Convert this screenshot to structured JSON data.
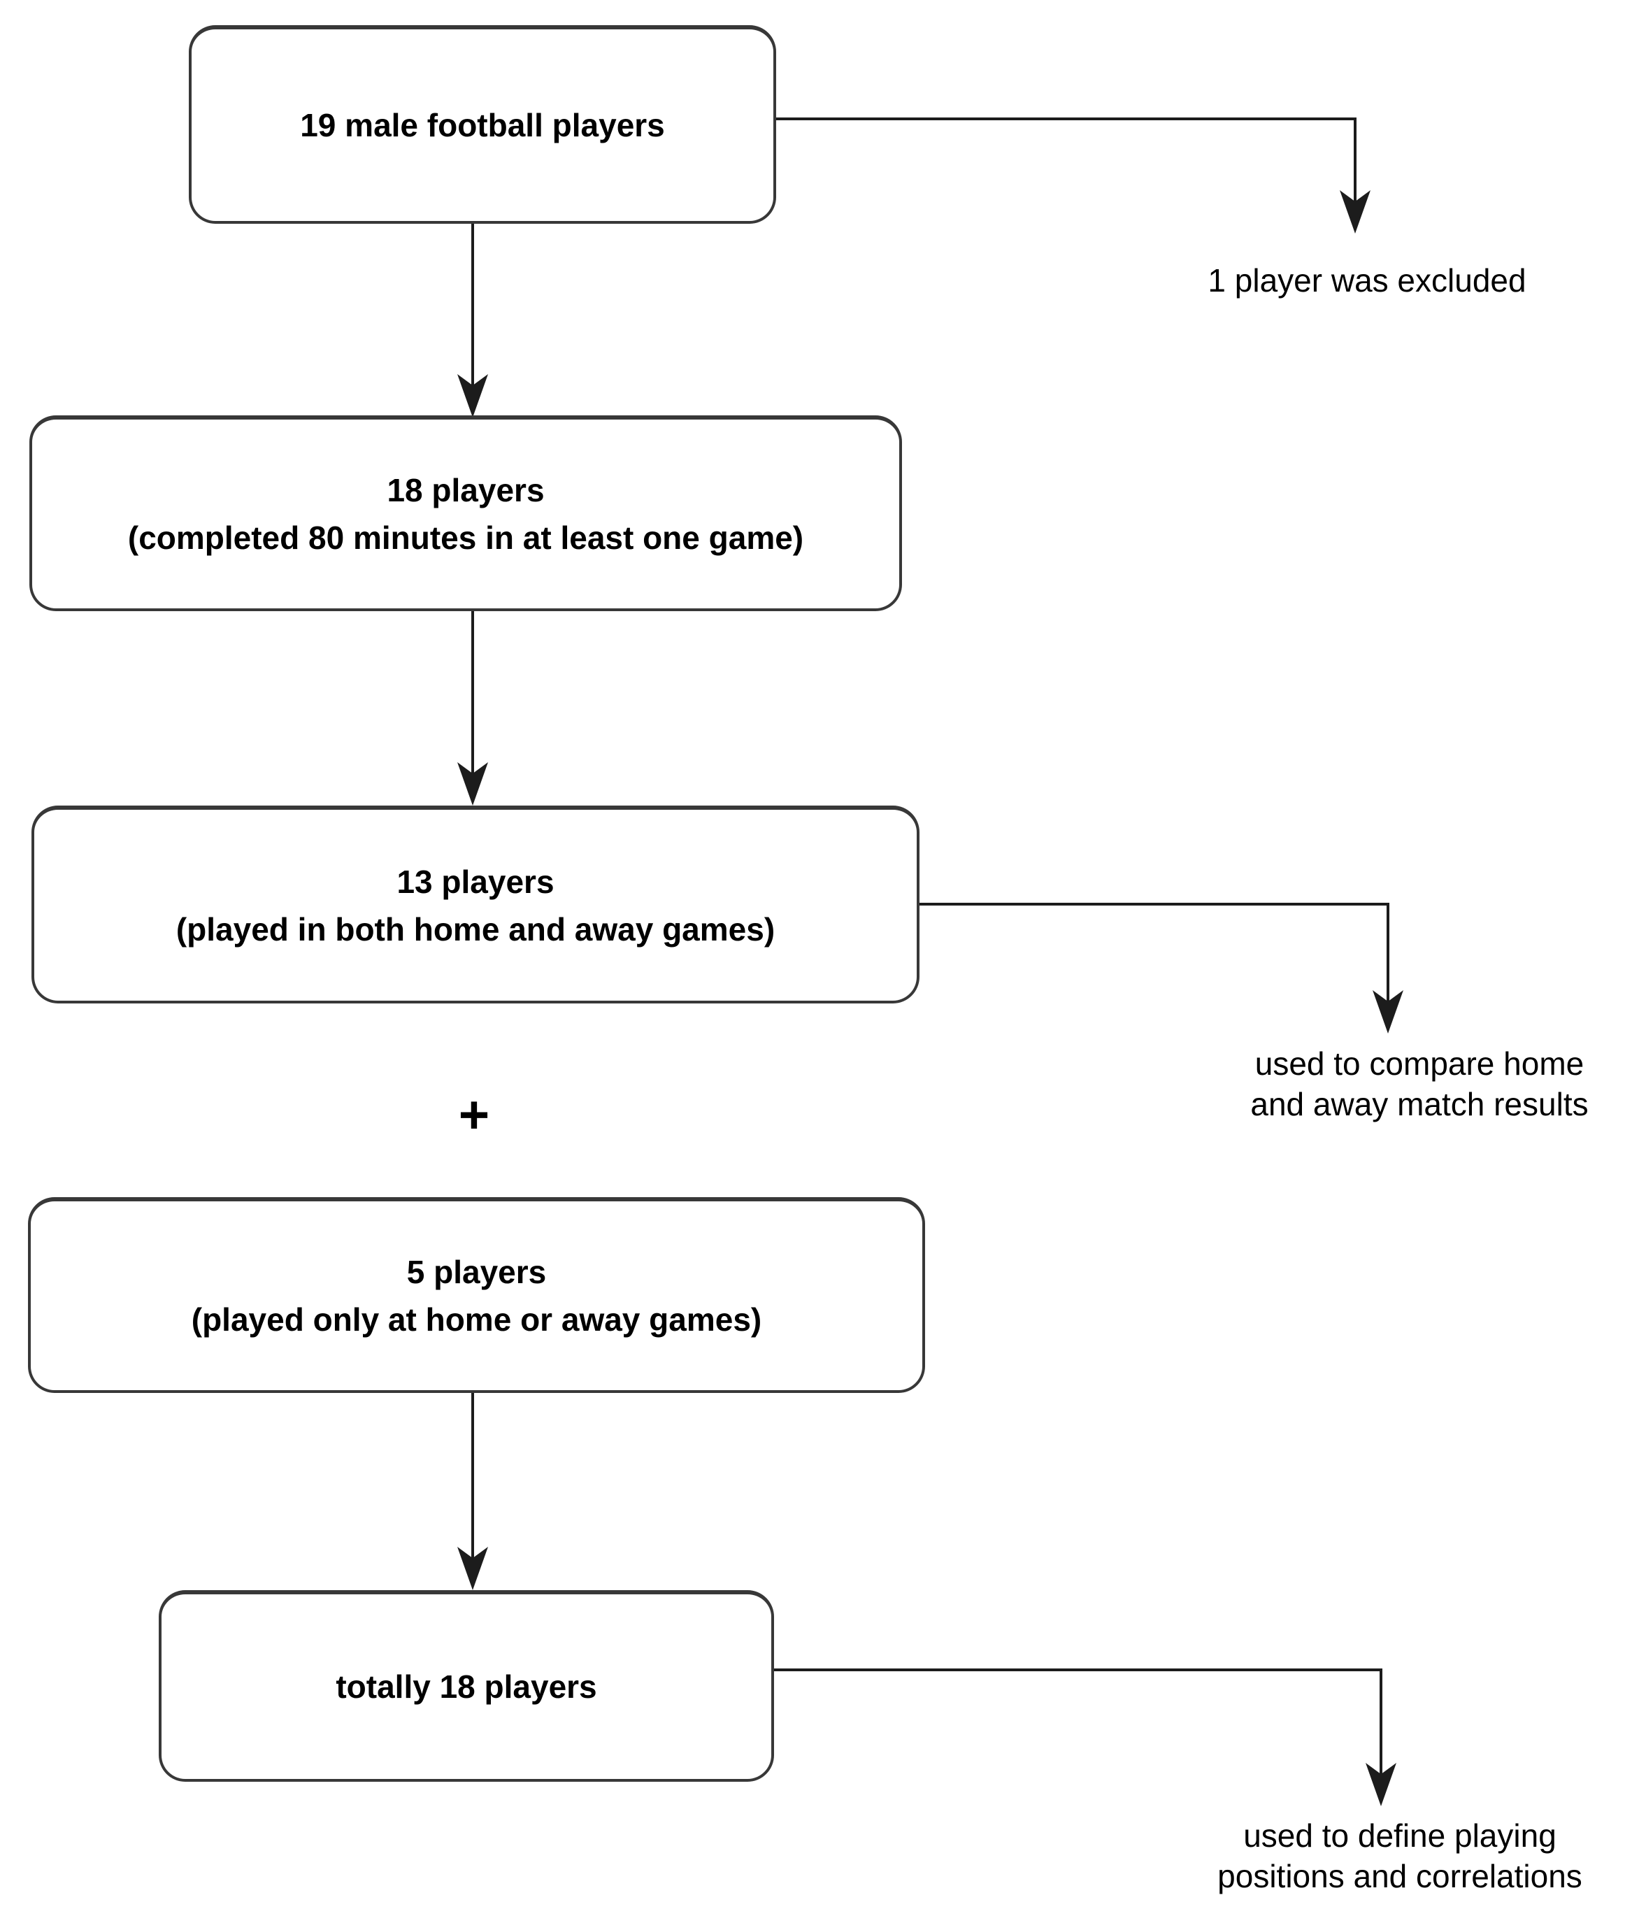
{
  "diagram": {
    "type": "flowchart",
    "operator": "+",
    "nodes": [
      {
        "id": "n1",
        "lines": [
          "19 male football players"
        ]
      },
      {
        "id": "n2",
        "lines": [
          "18 players",
          "(completed 80 minutes in at least one game)"
        ]
      },
      {
        "id": "n3",
        "lines": [
          "13 players",
          "(played in both home and away games)"
        ]
      },
      {
        "id": "n4",
        "lines": [
          "5 players",
          "(played only at home or away games)"
        ]
      },
      {
        "id": "n5",
        "lines": [
          "totally 18 players"
        ]
      }
    ],
    "side_labels": [
      {
        "id": "excluded",
        "lines": [
          "1 player was excluded"
        ]
      },
      {
        "id": "compare",
        "lines": [
          "used to compare home",
          "and away match results"
        ]
      },
      {
        "id": "define",
        "lines": [
          "used to define playing",
          "positions and correlations"
        ]
      }
    ],
    "colors": {
      "border": "#383838",
      "line": "#1c1c1c",
      "text": "#000000",
      "background": "#ffffff"
    }
  }
}
